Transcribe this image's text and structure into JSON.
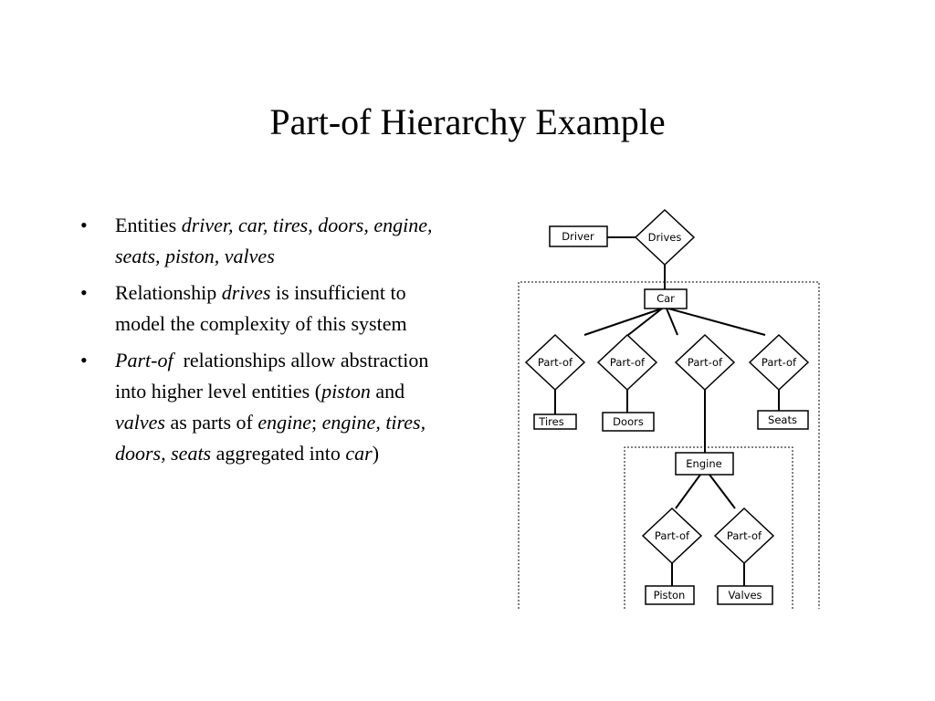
{
  "slide": {
    "title": "Part-of Hierarchy Example",
    "bullets": [
      [
        {
          "t": "Entities ",
          "i": false
        },
        {
          "t": "driver, car, tires, doors, engine, seats, piston, valves",
          "i": true
        }
      ],
      [
        {
          "t": "Relationship ",
          "i": false
        },
        {
          "t": "drives",
          "i": true
        },
        {
          "t": " is insufficient to model the complexity of this system",
          "i": false
        }
      ],
      [
        {
          "t": "Part-of",
          "i": true
        },
        {
          "t": "  relationships allow abstraction into higher level entities (",
          "i": false
        },
        {
          "t": "piston",
          "i": true
        },
        {
          "t": " and ",
          "i": false
        },
        {
          "t": "valves",
          "i": true
        },
        {
          "t": " as parts of ",
          "i": false
        },
        {
          "t": "engine",
          "i": true
        },
        {
          "t": "; ",
          "i": false
        },
        {
          "t": "engine, tires, doors, seats",
          "i": true
        },
        {
          "t": " aggregated into ",
          "i": false
        },
        {
          "t": "car",
          "i": true
        },
        {
          "t": ")",
          "i": false
        }
      ]
    ]
  },
  "diagram": {
    "entities": {
      "driver": "Driver",
      "car": "Car",
      "tires": "Tires",
      "doors": "Doors",
      "seats": "Seats",
      "engine": "Engine",
      "piston": "Piston",
      "valves": "Valves"
    },
    "relationships": {
      "drives": "Drives",
      "part_of": "Part-of"
    }
  }
}
